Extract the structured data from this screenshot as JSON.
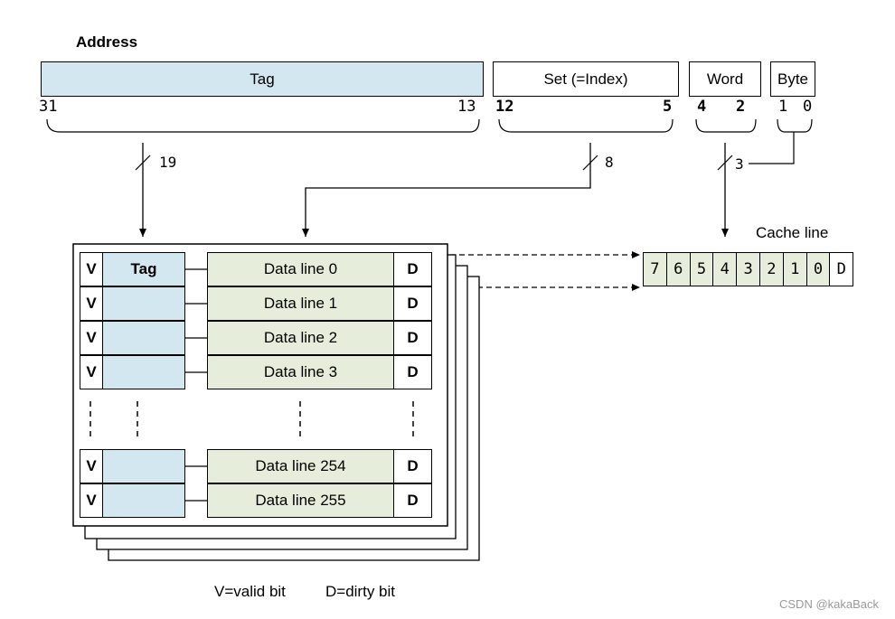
{
  "address": {
    "title": "Address",
    "tag_label": "Tag",
    "tag_bits": {
      "hi": "31",
      "lo": "13"
    },
    "set_label": "Set (=Index)",
    "set_bits": {
      "hi": "12",
      "lo": "5"
    },
    "word_label": "Word",
    "word_bits": {
      "hi": "4",
      "lo": "2"
    },
    "byte_label": "Byte",
    "byte_bits": {
      "hi": "1",
      "lo": "0"
    }
  },
  "bus_widths": {
    "tag": "19",
    "set": "8",
    "word": "3"
  },
  "cache": {
    "valid_label": "V",
    "tag_header": "Tag",
    "dirty_label": "D",
    "lines": [
      "Data line 0",
      "Data line 1",
      "Data line 2",
      "Data line 3",
      "Data line 254",
      "Data line 255"
    ]
  },
  "cache_line": {
    "title": "Cache line",
    "cells": [
      "7",
      "6",
      "5",
      "4",
      "3",
      "2",
      "1",
      "0"
    ],
    "dirty_cell": "D"
  },
  "legend": {
    "valid": "V=valid bit",
    "dirty": "D=dirty bit"
  },
  "watermark": "CSDN @kakaBack",
  "colors": {
    "tag": "#d3e7f0",
    "data": "#e6eedb"
  }
}
